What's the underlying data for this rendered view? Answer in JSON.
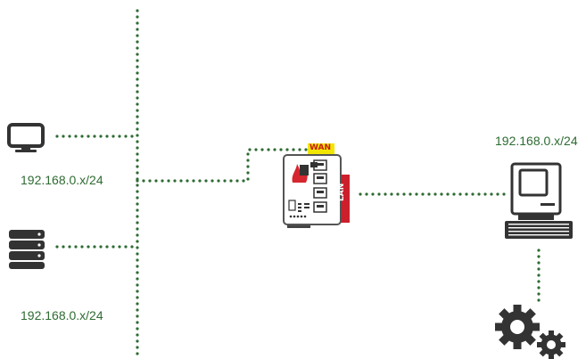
{
  "labels": {
    "monitor_network": "192.168.0.x/24",
    "storage_network": "192.168.0.x/24",
    "computer_network": "192.168.0.x/24"
  },
  "device": {
    "wan_tag": "WAN",
    "lan_tag": "LAN"
  },
  "colors": {
    "link": "#2e6b32",
    "device_body": "#ffffff",
    "device_outline": "#555555",
    "icon": "#333333",
    "wan_bg": "#f2e600",
    "wan_text": "#c61a1a",
    "lan_bg": "#cc1f2c",
    "lan_text": "#ffffff",
    "flame": "#d6262f"
  },
  "icons": [
    "monitor-icon",
    "server-icon",
    "firewall-device-icon",
    "computer-icon",
    "gears-icon"
  ]
}
